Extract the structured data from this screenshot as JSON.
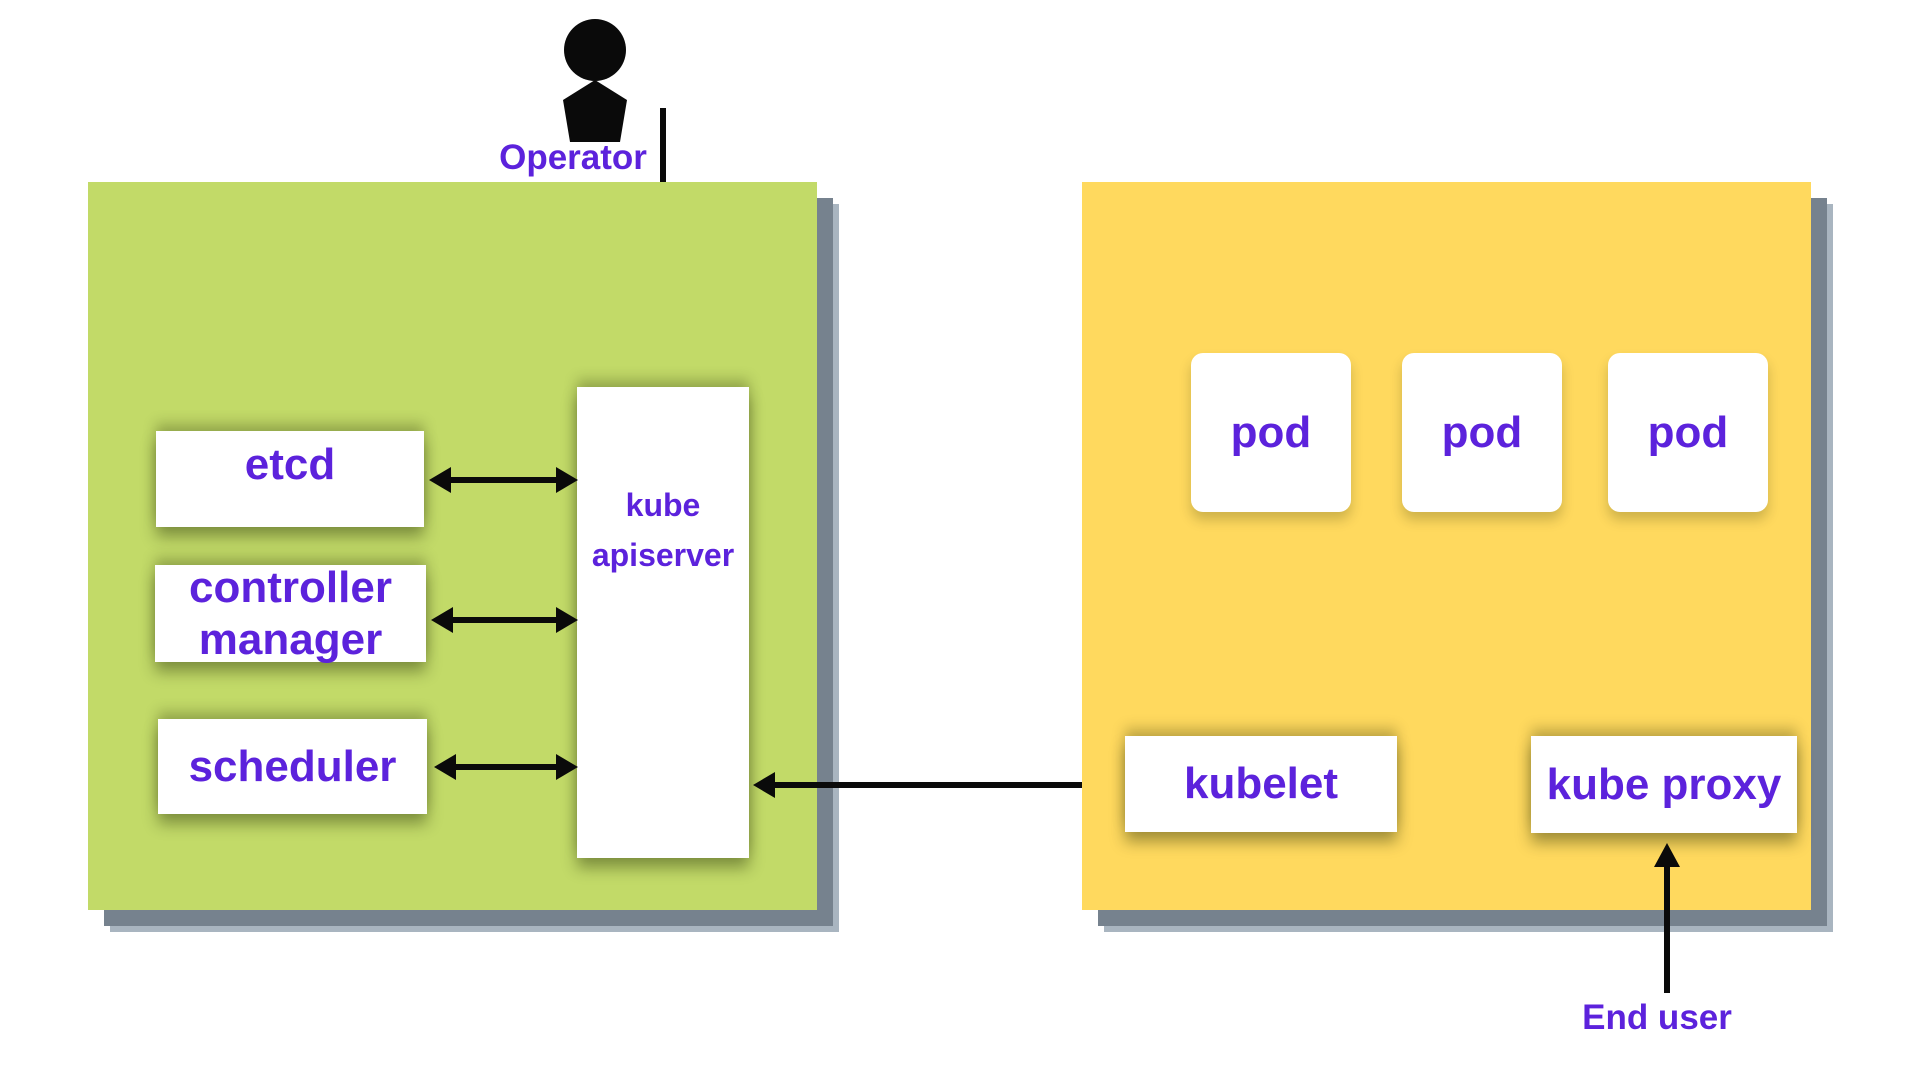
{
  "colors": {
    "control_plane_bg": "#c2da68",
    "worker_node_bg": "#ffd95e",
    "label_purple": "#5c22dc",
    "panel_shadow_dark": "#76828e",
    "panel_shadow_light": "#a9b5c0",
    "arrow_black": "#0a0a0a",
    "box_bg": "#ffffff"
  },
  "operator": {
    "label": "Operator",
    "icon": "person-silhouette-icon"
  },
  "control_plane": {
    "components": [
      {
        "id": "etcd",
        "label": "etcd"
      },
      {
        "id": "controller-manager",
        "label": "controller manager"
      },
      {
        "id": "scheduler",
        "label": "scheduler"
      }
    ],
    "apiserver": {
      "line1": "kube",
      "line2": "apiserver"
    }
  },
  "worker_node": {
    "pods": [
      {
        "label": "pod"
      },
      {
        "label": "pod"
      },
      {
        "label": "pod"
      }
    ],
    "kubelet_label": "kubelet",
    "kube_proxy_label": "kube proxy"
  },
  "end_user": {
    "label": "End user"
  }
}
